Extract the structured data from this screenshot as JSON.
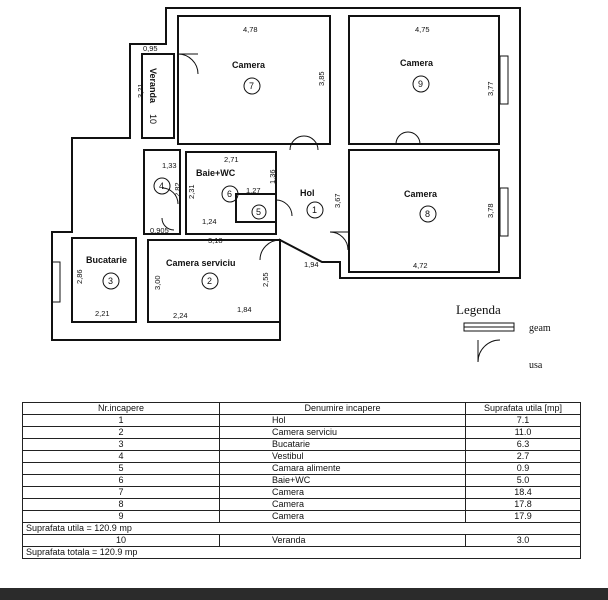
{
  "rooms": {
    "r1": {
      "name": "Hol",
      "num": "1"
    },
    "r2": {
      "name": "Camera serviciu",
      "num": "2"
    },
    "r3": {
      "name": "Bucatarie",
      "num": "3"
    },
    "r4": {
      "num": "4"
    },
    "r5": {
      "num": "5"
    },
    "r6": {
      "name": "Baie+WC",
      "num": "6"
    },
    "r7": {
      "name": "Camera",
      "num": "7"
    },
    "r8": {
      "name": "Camera",
      "num": "8"
    },
    "r9": {
      "name": "Camera",
      "num": "9"
    },
    "r10": {
      "name": "Veranda",
      "num": "10"
    }
  },
  "dimensions": {
    "d_478": "4,78",
    "d_475": "4,75",
    "d_095": "0,95",
    "d_321": "3,21",
    "d_385": "3,85",
    "d_377": "3,77",
    "d_133": "1,33",
    "d_271": "2,71",
    "d_136": "1,36",
    "d_367": "3,67",
    "d_282": "2,82",
    "d_231": "2,31",
    "d_127": "1,27",
    "d_124": "1,24",
    "d_378": "3,78",
    "d_0905": "0,905",
    "d_318": "3,18",
    "d_286": "2,86",
    "d_300": "3,00",
    "d_255": "2,55",
    "d_194": "1,94",
    "d_472": "4,72",
    "d_221": "2,21",
    "d_224": "2,24",
    "d_184": "1,84"
  },
  "legend": {
    "title": "Legenda",
    "window": "geam",
    "door": "usa"
  },
  "table": {
    "headers": [
      "Nr.incapere",
      "Denumire incapere",
      "Suprafata utila [mp]"
    ],
    "rows": [
      [
        "1",
        "Hol",
        "7.1"
      ],
      [
        "2",
        "Camera serviciu",
        "11.0"
      ],
      [
        "3",
        "Bucatarie",
        "6.3"
      ],
      [
        "4",
        "Vestibul",
        "2.7"
      ],
      [
        "5",
        "Camara alimente",
        "0.9"
      ],
      [
        "6",
        "Baie+WC",
        "5.0"
      ],
      [
        "7",
        "Camera",
        "18.4"
      ],
      [
        "8",
        "Camera",
        "17.8"
      ],
      [
        "9",
        "Camera",
        "17.9"
      ]
    ],
    "useful_total": "Suprafata utila = 120.9 mp",
    "veranda_row": [
      "10",
      "Veranda",
      "3.0"
    ],
    "grand_total": "Suprafata totala = 120.9 mp"
  }
}
